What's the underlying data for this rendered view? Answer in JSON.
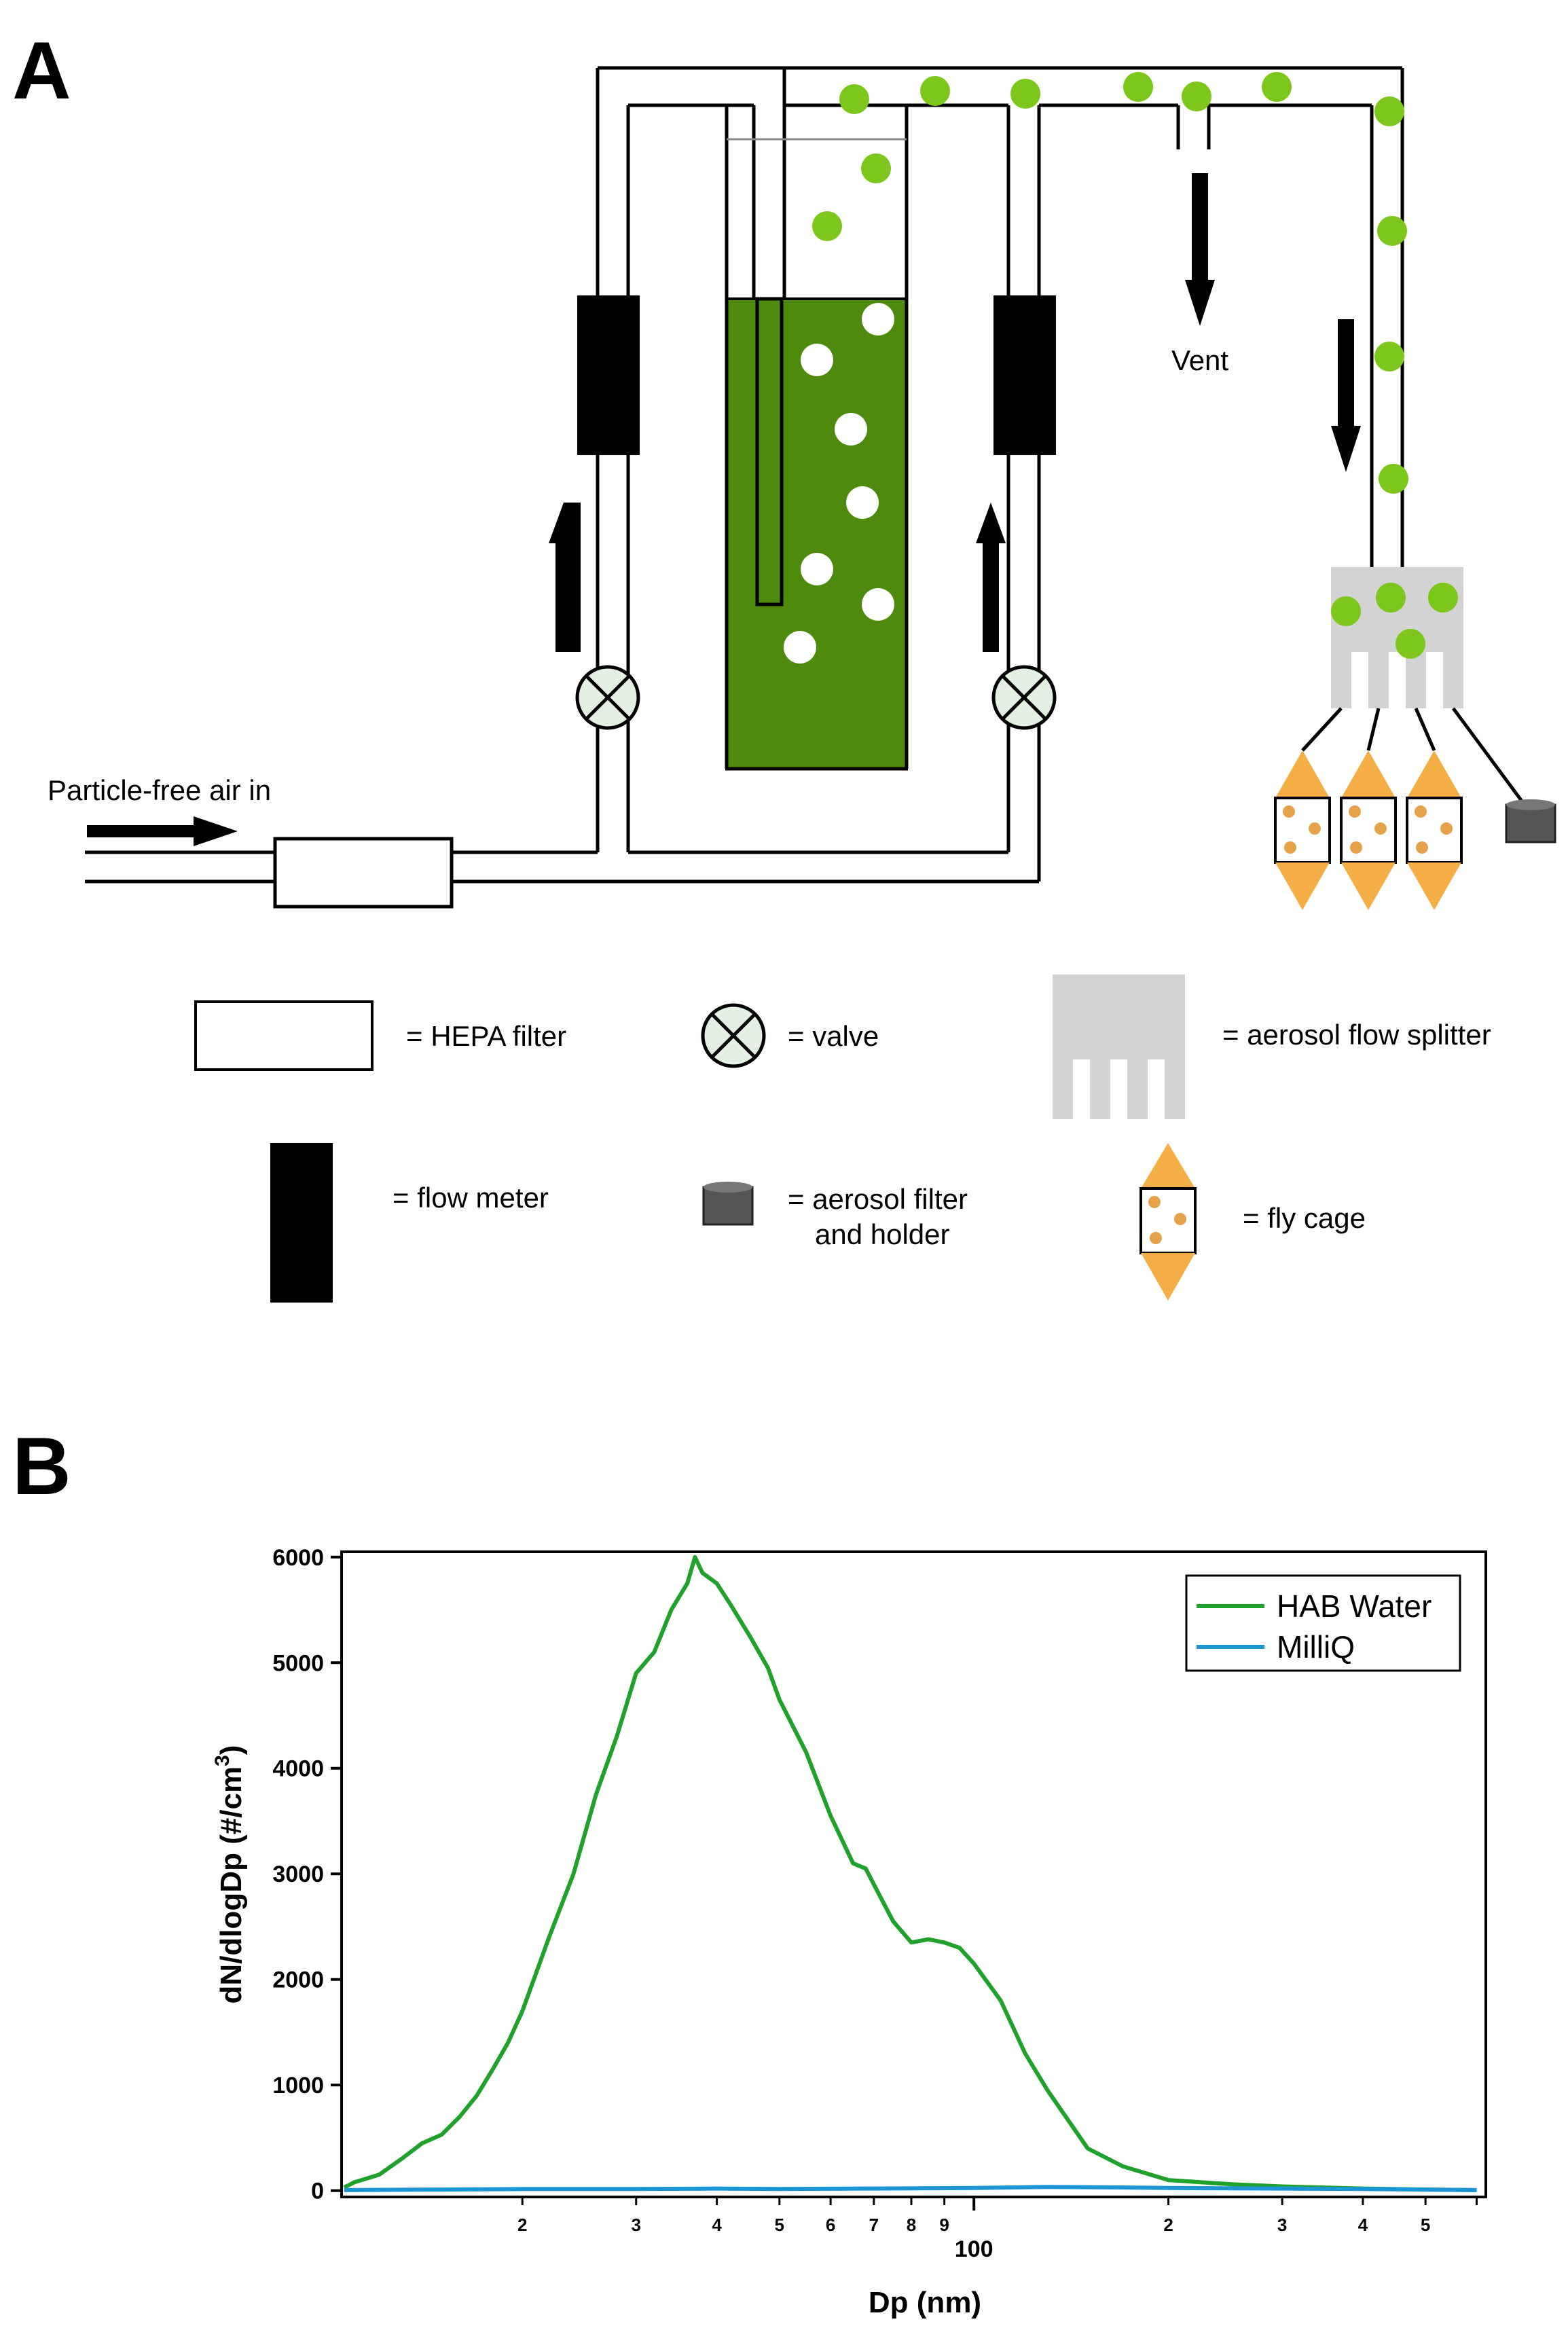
{
  "panel_a": {
    "letter": "A",
    "labels": {
      "particle_free_air": "Particle-free air in",
      "vent": "Vent"
    },
    "legend": {
      "hepa": "= HEPA filter",
      "valve": "= valve",
      "splitter": "= aerosol flow splitter",
      "flow_meter": "= flow meter",
      "aerosol_filter_line1": "= aerosol filter",
      "aerosol_filter_line2": "and holder",
      "fly_cage": "= fly cage"
    },
    "colors": {
      "water": "#4e8a0e",
      "aerosol": "#7dc61c",
      "cage": "#f5ad45",
      "splitter": "#d3d3d3",
      "valve": "#e4f0e4",
      "filter_holder": "#555555"
    }
  },
  "panel_b": {
    "letter": "B"
  },
  "chart_data": {
    "type": "line",
    "xlabel": "Dp (nm)",
    "ylabel": "dN/dlogDp (#/cm",
    "ylabel_superscript": "3",
    "ylabel_close": ")",
    "x_scale": "log",
    "xlim": [
      10.5,
      620
    ],
    "ylim": [
      -60,
      6050
    ],
    "y_ticks": [
      "0",
      "1000",
      "2000",
      "3000",
      "4000",
      "5000",
      "6000"
    ],
    "x_major_tick_label": "100",
    "x_minor_tick_labels": [
      "2",
      "3",
      "4",
      "5",
      "6",
      "7",
      "8",
      "9",
      "2",
      "3",
      "4",
      "5"
    ],
    "legend_position": "top-right",
    "series": [
      {
        "name": "HAB Water",
        "color": "#1fa12b",
        "x": [
          10.6,
          11,
          12,
          13,
          14,
          15,
          16,
          17,
          18,
          19,
          20,
          22,
          24,
          26,
          28,
          30,
          32,
          34,
          36,
          37,
          38,
          40,
          42,
          45,
          48,
          50,
          55,
          60,
          65,
          68,
          70,
          75,
          80,
          85,
          90,
          95,
          100,
          110,
          120,
          130,
          150,
          170,
          200,
          250,
          300,
          400,
          500,
          600
        ],
        "y": [
          30,
          80,
          150,
          300,
          450,
          530,
          700,
          900,
          1150,
          1400,
          1700,
          2400,
          3000,
          3750,
          4300,
          4900,
          5100,
          5500,
          5750,
          6000,
          5850,
          5750,
          5550,
          5250,
          4950,
          4650,
          4150,
          3550,
          3100,
          3050,
          2900,
          2550,
          2350,
          2380,
          2350,
          2300,
          2150,
          1800,
          1300,
          950,
          400,
          230,
          100,
          60,
          40,
          20,
          10,
          5
        ]
      },
      {
        "name": "MilliQ",
        "color": "#1b95d4",
        "x": [
          10.6,
          15,
          20,
          30,
          40,
          50,
          70,
          100,
          130,
          170,
          200,
          300,
          400,
          500,
          600
        ],
        "y": [
          5,
          10,
          15,
          15,
          20,
          15,
          20,
          25,
          35,
          30,
          25,
          20,
          15,
          10,
          5
        ]
      }
    ]
  }
}
